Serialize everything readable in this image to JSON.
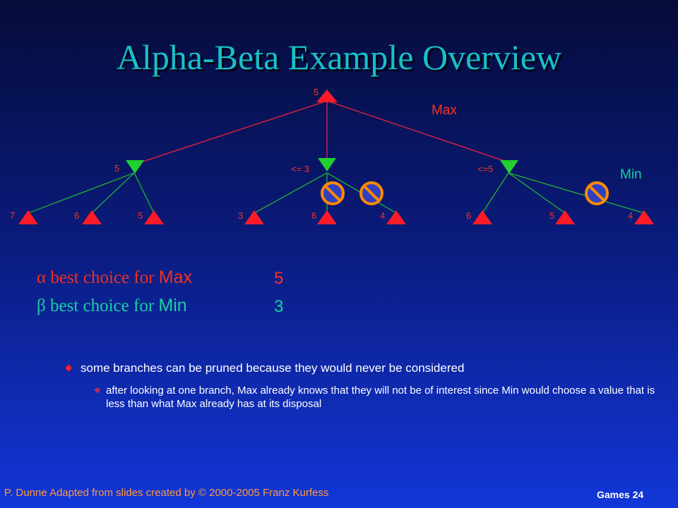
{
  "slide": {
    "title": "Alpha-Beta Example Overview"
  },
  "tree": {
    "max_label": "Max",
    "min_label": "Min",
    "root": {
      "value": "5"
    },
    "min_nodes": [
      {
        "value": "5"
      },
      {
        "value": "<= 3"
      },
      {
        "value": "<=5"
      }
    ],
    "leaves": [
      "7",
      "6",
      "5",
      "3",
      "6",
      "4",
      "6",
      "5",
      "4"
    ],
    "pruned_marks": 3
  },
  "legend": {
    "alpha_symbol": "α",
    "alpha_text": " best choice for ",
    "alpha_role": "Max",
    "alpha_value": "5",
    "beta_symbol": "β",
    "beta_text": " best choice for ",
    "beta_role": "Min",
    "beta_value": "3"
  },
  "bullets": {
    "main": "some branches can be pruned because they would never be considered",
    "sub": "after looking at one branch, Max already knows that they will not be of interest since Min would choose a value that is less than what Max already has at its disposal"
  },
  "footer": {
    "left": "P. Dunne  Adapted from slides created by © 2000-2005 Franz Kurfess",
    "right": "Games  24"
  },
  "colors": {
    "max_node": "#ff1a2a",
    "min_node": "#22d030",
    "edge_top": "#d02040",
    "edge_bottom": "#22c030",
    "prune": "#ff8a00"
  }
}
